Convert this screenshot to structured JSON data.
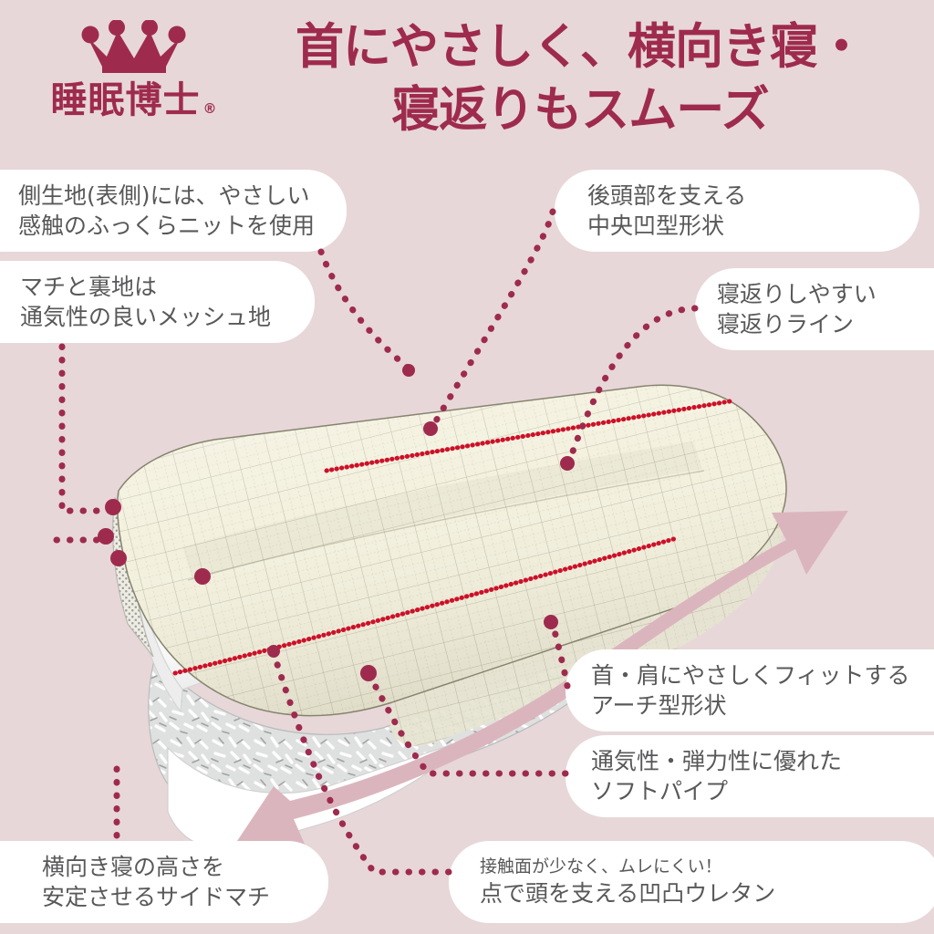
{
  "brand": {
    "name": "睡眠博士",
    "registered": "®",
    "crown_icon": "crown-icon",
    "accent_color": "#9e2b4e"
  },
  "header": {
    "headline_line1": "首にやさしく、横向き寝・",
    "headline_line2": "寝返りもスムーズ"
  },
  "theme": {
    "background": "#e7d7d9",
    "pill_background": "#ffffff",
    "pill_text": "#58585a",
    "accent": "#9e2b4e",
    "arrow": "#dbb5bd",
    "fabric": "#f2efdc",
    "pipe": "#c9cbcb"
  },
  "callouts": [
    {
      "id": "outer-fabric",
      "lines": [
        "側生地(表側)には、やさしい",
        "感触のふっくらニットを使用"
      ]
    },
    {
      "id": "occiput-support",
      "lines": [
        "後頭部を支える",
        "中央凹型形状"
      ]
    },
    {
      "id": "gusset-lining",
      "lines": [
        "マチと裏地は",
        "通気性の良いメッシュ地"
      ]
    },
    {
      "id": "turning-line",
      "lines": [
        "寝返りしやすい",
        "寝返りライン"
      ]
    },
    {
      "id": "arch-shape",
      "lines": [
        "首・肩にやさしくフィットする",
        "アーチ型形状"
      ]
    },
    {
      "id": "soft-pipe",
      "lines": [
        "通気性・弾力性に優れた",
        "ソフトパイプ"
      ]
    },
    {
      "id": "side-gusset",
      "lines": [
        "横向き寝の高さを",
        "安定させるサイドマチ"
      ]
    },
    {
      "id": "urethane",
      "lines": [
        "接触面が少なく、ムレにくい！",
        "点で頭を支える凹凸ウレタン"
      ]
    }
  ]
}
